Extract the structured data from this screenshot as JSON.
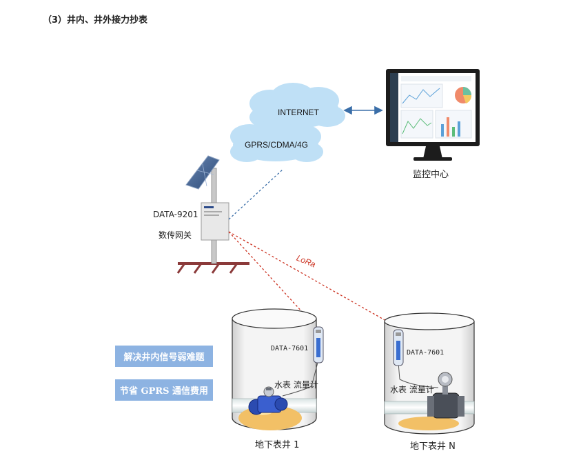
{
  "heading": "（3）井内、井外接力抄表",
  "network": {
    "internet": "INTERNET",
    "gprs": "GPRS/CDMA/4G"
  },
  "monitor": {
    "label": "监控中心"
  },
  "gateway": {
    "model": "DATA-9201",
    "name": "数传网关"
  },
  "link": {
    "protocol": "LoRa"
  },
  "wells": [
    {
      "device": "DATA-7601",
      "meter": "水表 流量计",
      "name": "地下表井 1"
    },
    {
      "device": "DATA-7601",
      "meter": "水表 流量计",
      "name": "地下表井 N"
    }
  ],
  "badges": [
    "解决井内信号弱难题",
    "节省 GPRS 通信费用"
  ],
  "colors": {
    "cloud": "#bfe0f6",
    "badge": "#8db3e2",
    "lora": "#cc3322",
    "uplink": "#3a6ea8"
  }
}
